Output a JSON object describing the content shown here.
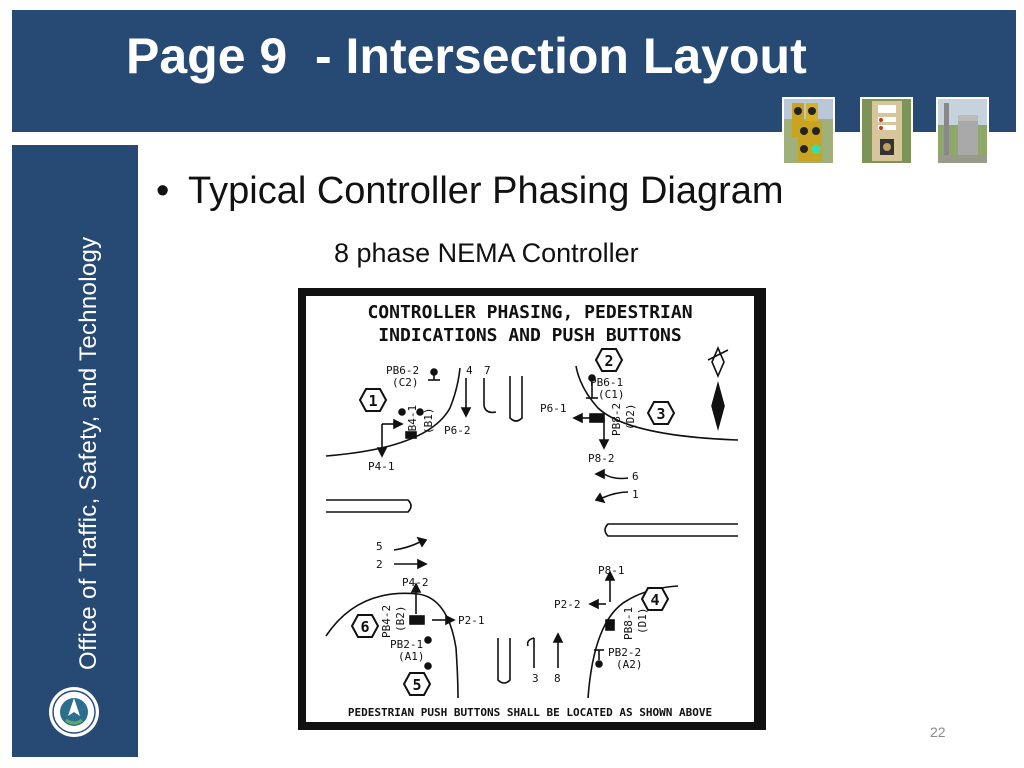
{
  "slide": {
    "title": "Page 9  - Intersection Layout",
    "sidebar_text": "Office of Traffic, Safety, and Technology",
    "bullet": "Typical Controller Phasing Diagram",
    "subtitle": "8 phase NEMA Controller",
    "page_number": "22",
    "colors": {
      "header": "#264a73",
      "text": "#111111"
    },
    "thumbnails": [
      "traffic-signal-photo-icon",
      "pedestrian-signal-photo-icon",
      "signal-cabinet-photo-icon"
    ],
    "logo_icon": "mndot-logo-icon"
  },
  "diagram": {
    "heading_line1": "CONTROLLER PHASING, PEDESTRIAN",
    "heading_line2": "INDICATIONS AND PUSH BUTTONS",
    "footer": "PEDESTRIAN PUSH BUTTONS SHALL BE LOCATED AS SHOWN ABOVE",
    "phases": [
      "1",
      "2",
      "3",
      "4",
      "5",
      "6"
    ],
    "labels": {
      "pb6_2": "PB6-2",
      "c2": "(C2)",
      "pb4_1": "PB4-1",
      "b1": "(B1)",
      "p6_2": "P6-2",
      "p4_1": "P4-1",
      "pb6_1": "PB6-1",
      "c1": "(C1)",
      "p6_1": "P6-1",
      "pb8_2": "PB8-2",
      "d2": "(D2)",
      "p8_2": "P8-2",
      "mv4": "4",
      "mv7": "7",
      "mv6": "6",
      "mv1": "1",
      "mv5": "5",
      "mv2": "2",
      "mv3": "3",
      "mv8": "8",
      "p4_2": "P4-2",
      "pb4_2": "PB4-2",
      "b2": "(B2)",
      "p2_1": "P2-1",
      "pb2_1": "PB2-1",
      "a1": "(A1)",
      "p8_1": "P8-1",
      "p2_2": "P2-2",
      "pb8_1": "PB8-1",
      "d1": "(D1)",
      "pb2_2": "PB2-2",
      "a2": "(A2)"
    }
  }
}
